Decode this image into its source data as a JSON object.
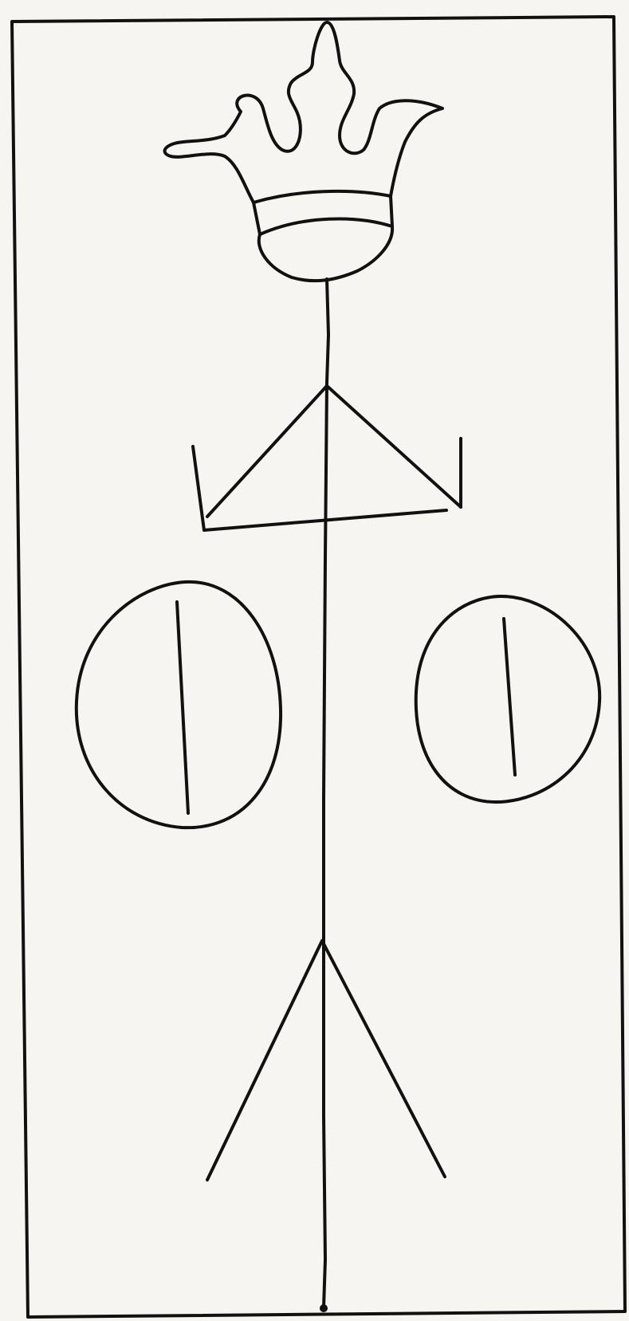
{
  "figure": {
    "type": "symbol-drawing",
    "ink_color": "#111111",
    "paper_color": "#f6f5f1",
    "elements": [
      "frame",
      "crown-icon",
      "central-staff",
      "chevron-with-brackets",
      "left-oval",
      "right-oval",
      "lower-chevron"
    ]
  }
}
